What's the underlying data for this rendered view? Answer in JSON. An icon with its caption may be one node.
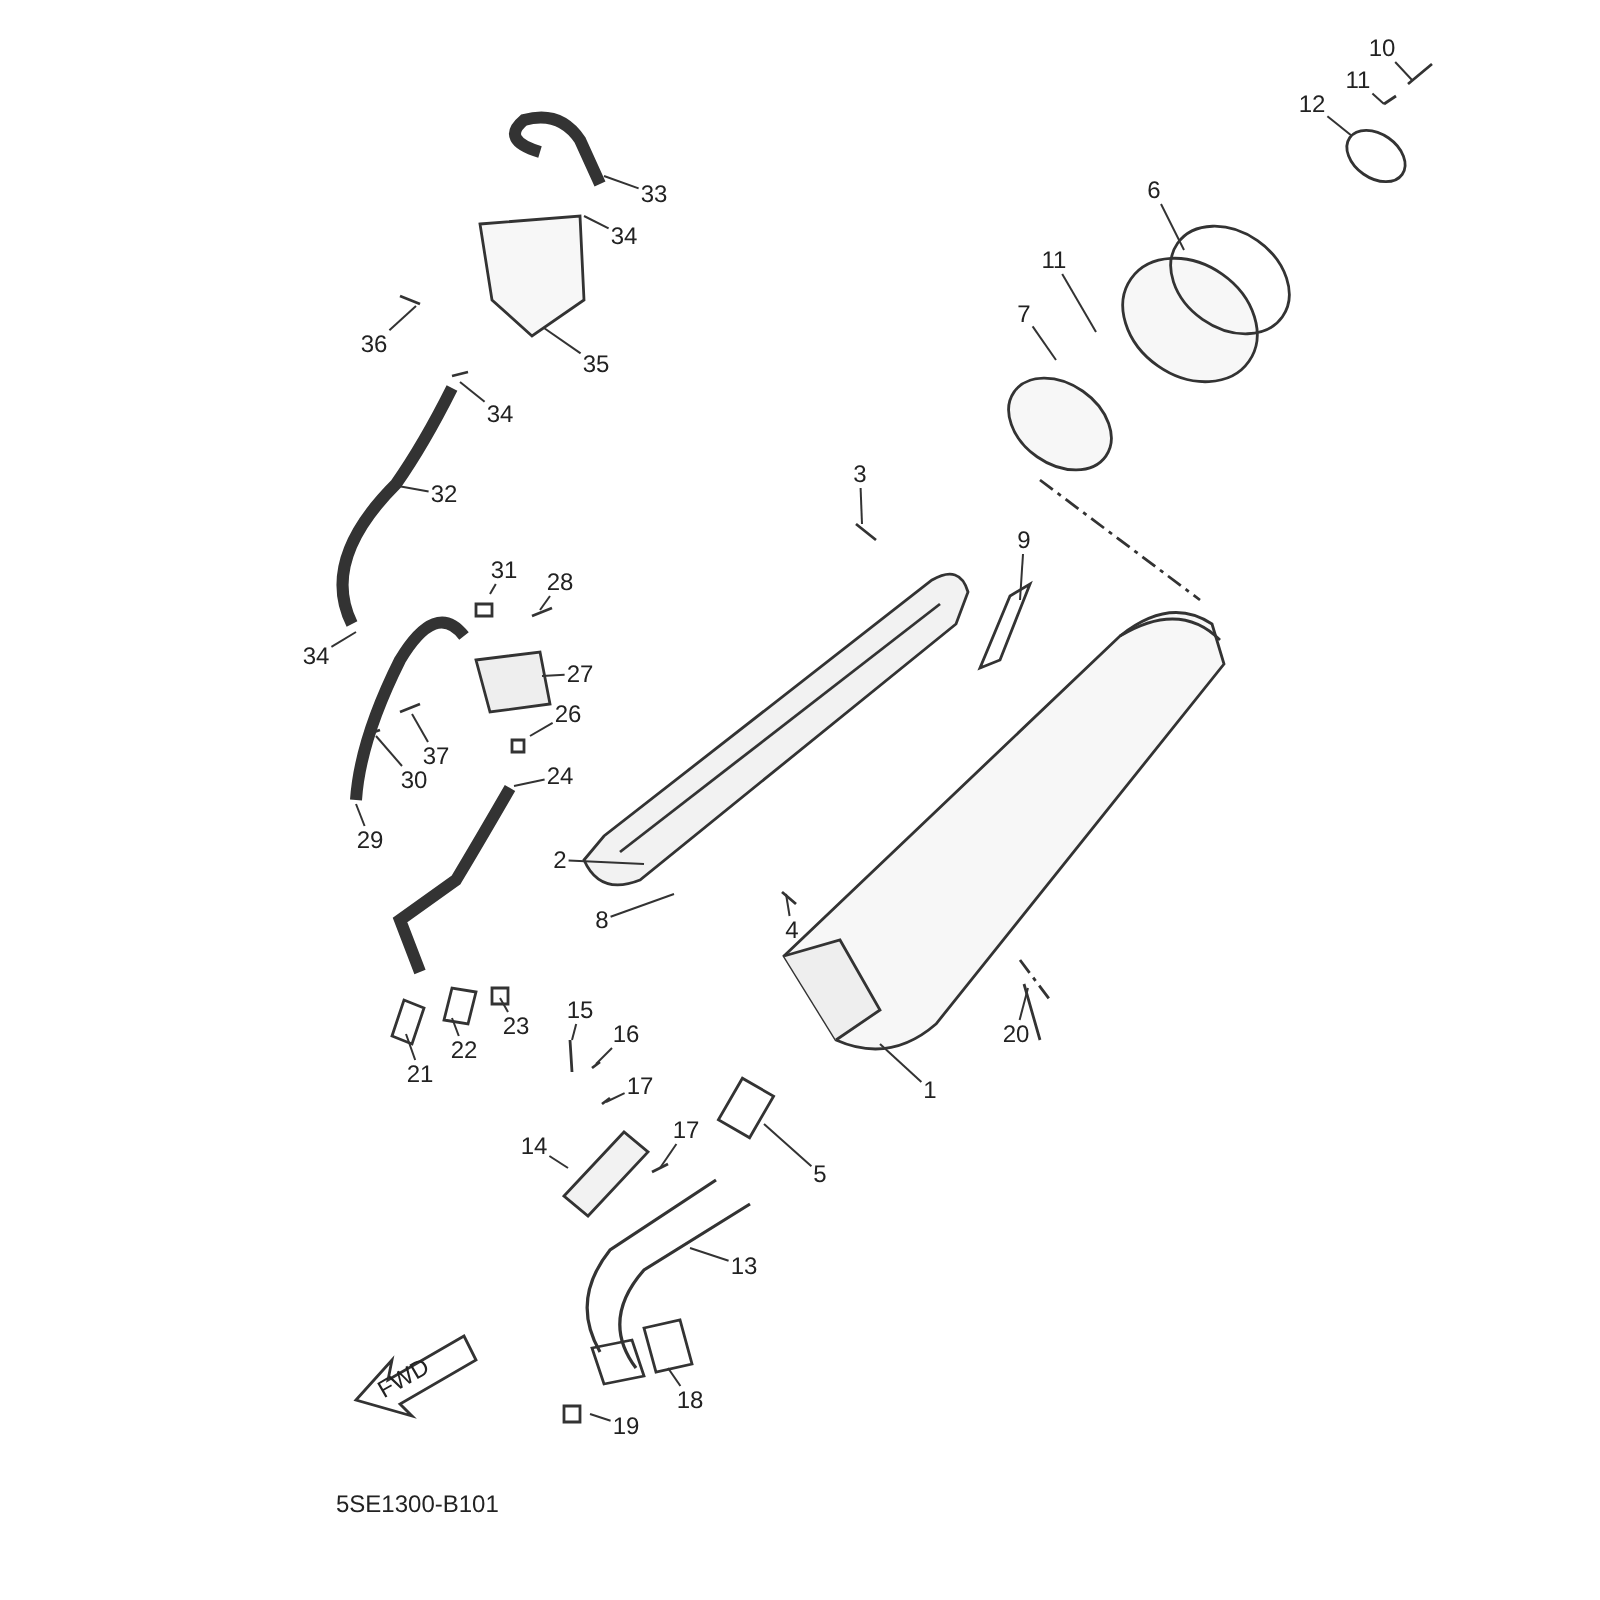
{
  "diagram": {
    "nodes": [
      {
        "text": [
          "10"
        ]
      },
      {
        "text": [
          "11"
        ]
      },
      {
        "text": [
          "12"
        ]
      },
      {
        "text": [
          "6"
        ]
      },
      {
        "text": [
          "33"
        ]
      },
      {
        "text": [
          "34"
        ]
      },
      {
        "text": [
          "11"
        ]
      },
      {
        "text": [
          "7"
        ]
      },
      {
        "text": [
          "36"
        ]
      },
      {
        "text": [
          "35"
        ]
      },
      {
        "text": [
          "34"
        ]
      },
      {
        "text": [
          "3"
        ]
      },
      {
        "text": [
          "32"
        ]
      },
      {
        "text": [
          "9"
        ]
      },
      {
        "text": [
          "31"
        ]
      },
      {
        "text": [
          "28"
        ]
      },
      {
        "text": [
          "34"
        ]
      },
      {
        "text": [
          "27"
        ]
      },
      {
        "text": [
          "26"
        ]
      },
      {
        "text": [
          "37"
        ]
      },
      {
        "text": [
          "24"
        ]
      },
      {
        "text": [
          "30"
        ]
      },
      {
        "text": [
          "29"
        ]
      },
      {
        "text": [
          "2"
        ]
      },
      {
        "text": [
          "8"
        ]
      },
      {
        "text": [
          "4"
        ]
      },
      {
        "text": [
          "15"
        ]
      },
      {
        "text": [
          "23"
        ]
      },
      {
        "text": [
          "20"
        ]
      },
      {
        "text": [
          "1"
        ]
      },
      {
        "text": [
          "16"
        ]
      },
      {
        "text": [
          "22"
        ]
      },
      {
        "text": [
          "21"
        ]
      },
      {
        "text": [
          "17"
        ]
      },
      {
        "text": [
          "17"
        ]
      },
      {
        "text": [
          "14"
        ]
      },
      {
        "text": [
          "5"
        ]
      },
      {
        "text": [
          "13"
        ]
      },
      {
        "text": [
          "18"
        ]
      },
      {
        "text": [
          "19"
        ]
      }
    ],
    "edges": [
      {
        "from": 0,
        "to": null,
        "arrow": "none"
      },
      {
        "from": 1,
        "to": null,
        "arrow": "none"
      },
      {
        "from": 2,
        "to": null,
        "arrow": "none"
      },
      {
        "from": 3,
        "to": null,
        "arrow": "none"
      },
      {
        "from": 4,
        "to": null,
        "arrow": "none"
      },
      {
        "from": 5,
        "to": null,
        "arrow": "none"
      },
      {
        "from": 6,
        "to": null,
        "arrow": "none"
      },
      {
        "from": 7,
        "to": null,
        "arrow": "none"
      },
      {
        "from": 8,
        "to": null,
        "arrow": "none"
      },
      {
        "from": 9,
        "to": null,
        "arrow": "none"
      },
      {
        "from": 10,
        "to": null,
        "arrow": "none"
      },
      {
        "from": 11,
        "to": null,
        "arrow": "none"
      },
      {
        "from": 12,
        "to": null,
        "arrow": "none"
      },
      {
        "from": 13,
        "to": null,
        "arrow": "none"
      },
      {
        "from": 14,
        "to": null,
        "arrow": "none"
      },
      {
        "from": 15,
        "to": null,
        "arrow": "none"
      },
      {
        "from": 16,
        "to": null,
        "arrow": "none"
      },
      {
        "from": 17,
        "to": null,
        "arrow": "none"
      },
      {
        "from": 18,
        "to": null,
        "arrow": "none"
      },
      {
        "from": 19,
        "to": null,
        "arrow": "none"
      },
      {
        "from": 20,
        "to": null,
        "arrow": "none"
      },
      {
        "from": 21,
        "to": null,
        "arrow": "none"
      },
      {
        "from": 22,
        "to": null,
        "arrow": "none"
      },
      {
        "from": 23,
        "to": null,
        "arrow": "none"
      },
      {
        "from": 24,
        "to": null,
        "arrow": "none"
      },
      {
        "from": 25,
        "to": null,
        "arrow": "none"
      },
      {
        "from": 26,
        "to": null,
        "arrow": "none"
      },
      {
        "from": 27,
        "to": null,
        "arrow": "none"
      },
      {
        "from": 28,
        "to": null,
        "arrow": "none"
      },
      {
        "from": 29,
        "to": null,
        "arrow": "none"
      },
      {
        "from": 30,
        "to": null,
        "arrow": "none"
      },
      {
        "from": 31,
        "to": null,
        "arrow": "none"
      },
      {
        "from": 32,
        "to": null,
        "arrow": "none"
      },
      {
        "from": 33,
        "to": null,
        "arrow": "none"
      },
      {
        "from": 34,
        "to": null,
        "arrow": "none"
      },
      {
        "from": 35,
        "to": null,
        "arrow": "none"
      },
      {
        "from": 36,
        "to": null,
        "arrow": "none"
      },
      {
        "from": 37,
        "to": null,
        "arrow": "none"
      },
      {
        "from": 38,
        "to": null,
        "arrow": "none"
      },
      {
        "from": 39,
        "to": null,
        "arrow": "none"
      }
    ],
    "labels": [
      "FWD",
      "5SE1300-B101"
    ]
  }
}
